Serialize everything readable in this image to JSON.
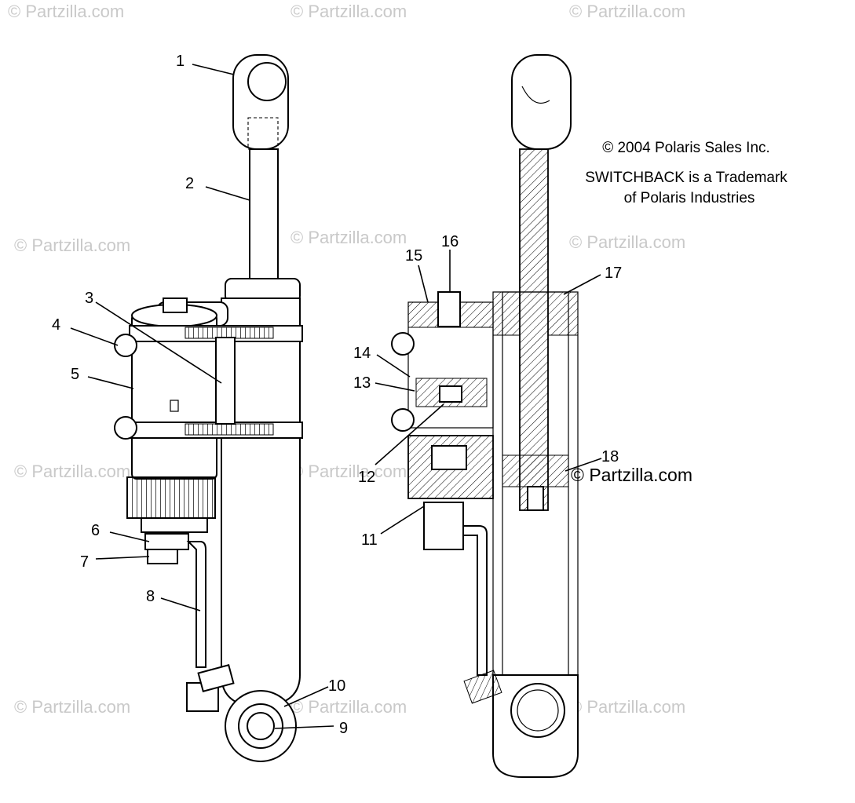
{
  "watermark": "© Partzilla.com",
  "copyright": {
    "line1": "© 2004 Polaris Sales Inc.",
    "line2": "SWITCHBACK is a Trademark",
    "line3": "of Polaris Industries"
  },
  "brand_stamp": "© Partzilla.com",
  "callouts": [
    "1",
    "2",
    "3",
    "4",
    "5",
    "6",
    "7",
    "8",
    "9",
    "10",
    "11",
    "12",
    "13",
    "14",
    "15",
    "16",
    "17",
    "18"
  ]
}
